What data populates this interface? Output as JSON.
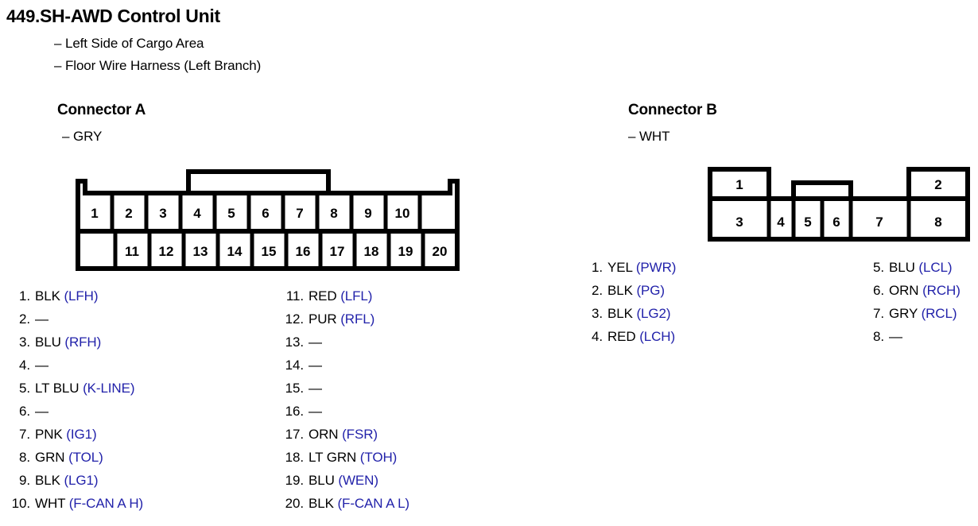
{
  "header": {
    "number": "449.",
    "title": "SH-AWD Control Unit",
    "sub_lines": [
      "– Left Side of Cargo Area",
      "– Floor Wire Harness (Left Branch)"
    ]
  },
  "colors": {
    "signal_blue": "#2222aa",
    "text_black": "#000000",
    "background": "#ffffff"
  },
  "connectors": [
    {
      "id": "A",
      "title": "Connector A",
      "color_label": "– GRY",
      "color_code": "GRY",
      "diagram": {
        "top_row_pins": [
          "1",
          "2",
          "3",
          "4",
          "5",
          "6",
          "7",
          "8",
          "9",
          "10"
        ],
        "bottom_row_pins": [
          "11",
          "12",
          "13",
          "14",
          "15",
          "16",
          "17",
          "18",
          "19",
          "20"
        ],
        "has_latch_bridge": true,
        "top_row_trailing_blank": true,
        "bottom_row_leading_blank": true
      },
      "pins": [
        {
          "num": "1.",
          "wire": "BLK",
          "signal": "(LFH)"
        },
        {
          "num": "2.",
          "wire": "—",
          "signal": ""
        },
        {
          "num": "3.",
          "wire": "BLU",
          "signal": "(RFH)"
        },
        {
          "num": "4.",
          "wire": "—",
          "signal": ""
        },
        {
          "num": "5.",
          "wire": "LT BLU",
          "signal": "(K-LINE)"
        },
        {
          "num": "6.",
          "wire": "—",
          "signal": ""
        },
        {
          "num": "7.",
          "wire": "PNK",
          "signal": "(IG1)"
        },
        {
          "num": "8.",
          "wire": "GRN",
          "signal": "(TOL)"
        },
        {
          "num": "9.",
          "wire": "BLK",
          "signal": "(LG1)"
        },
        {
          "num": "10.",
          "wire": "WHT",
          "signal": "(F-CAN A H)"
        },
        {
          "num": "11.",
          "wire": "RED",
          "signal": "(LFL)"
        },
        {
          "num": "12.",
          "wire": "PUR",
          "signal": "(RFL)"
        },
        {
          "num": "13.",
          "wire": "—",
          "signal": ""
        },
        {
          "num": "14.",
          "wire": "—",
          "signal": ""
        },
        {
          "num": "15.",
          "wire": "—",
          "signal": ""
        },
        {
          "num": "16.",
          "wire": "—",
          "signal": ""
        },
        {
          "num": "17.",
          "wire": "ORN",
          "signal": "(FSR)"
        },
        {
          "num": "18.",
          "wire": "LT GRN",
          "signal": "(TOH)"
        },
        {
          "num": "19.",
          "wire": "BLU",
          "signal": "(WEN)"
        },
        {
          "num": "20.",
          "wire": "BLK",
          "signal": "(F-CAN A L)"
        }
      ]
    },
    {
      "id": "B",
      "title": "Connector B",
      "color_label": "– WHT",
      "color_code": "WHT",
      "diagram": {
        "top_row_pins": [
          "1",
          "2"
        ],
        "bottom_row_pins": [
          "3",
          "4",
          "5",
          "6",
          "7",
          "8"
        ],
        "has_center_notch": true
      },
      "pins": [
        {
          "num": "1.",
          "wire": "YEL",
          "signal": "(PWR)"
        },
        {
          "num": "2.",
          "wire": "BLK",
          "signal": "(PG)"
        },
        {
          "num": "3.",
          "wire": "BLK",
          "signal": "(LG2)"
        },
        {
          "num": "4.",
          "wire": "RED",
          "signal": "(LCH)"
        },
        {
          "num": "5.",
          "wire": "BLU",
          "signal": "(LCL)"
        },
        {
          "num": "6.",
          "wire": "ORN",
          "signal": "(RCH)"
        },
        {
          "num": "7.",
          "wire": "GRY",
          "signal": "(RCL)"
        },
        {
          "num": "8.",
          "wire": "—",
          "signal": ""
        }
      ]
    }
  ]
}
